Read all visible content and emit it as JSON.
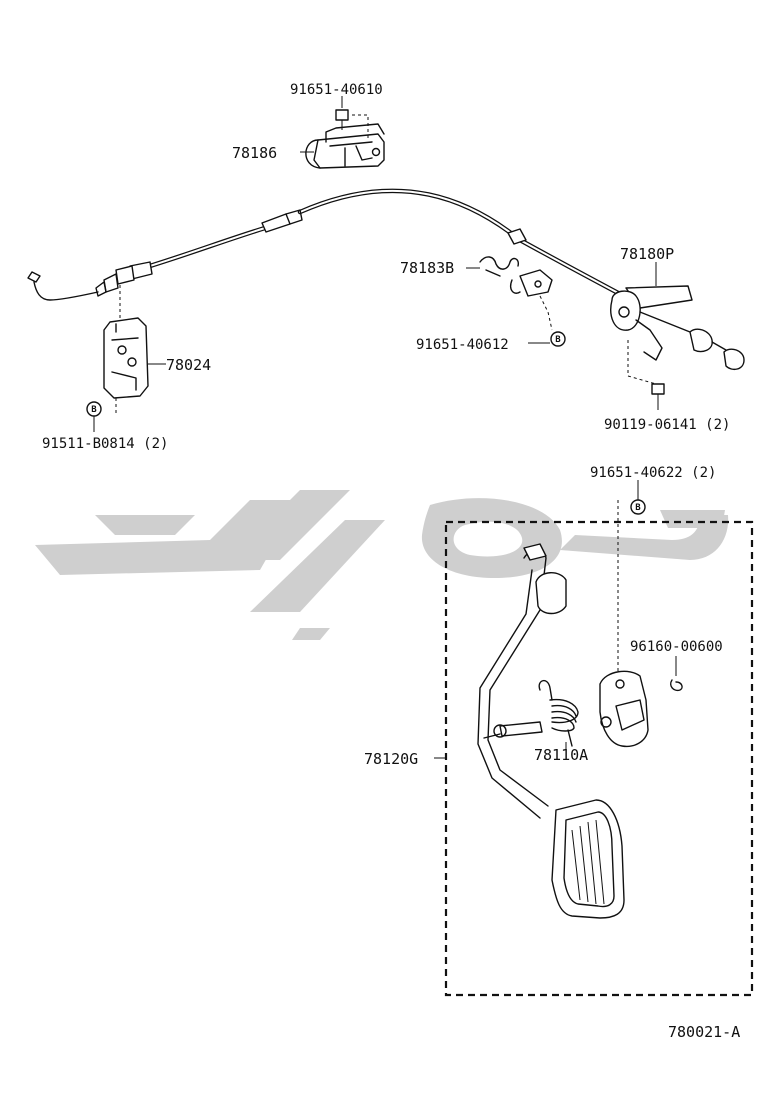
{
  "diagram": {
    "figure_id": "780021-A",
    "watermark_text": "ﭼﯽ ﭘﺎﺭﺕ",
    "marker_symbol": "B",
    "colors": {
      "ink": "#111111",
      "watermark": "#cfcfcf",
      "background": "#ffffff"
    },
    "labels": {
      "bolt_top": "91651-40610",
      "bracket_top": "78186",
      "bracket_left": "78024",
      "bolt_left": "91511-B0814 (2)",
      "clip": "78183B",
      "bolt_clip": "91651-40612",
      "cable_assy": "78180P",
      "bolt_right": "90119-06141 (2)",
      "bolt_pedal": "91651-40622 (2)",
      "pedal_assy": "78120G",
      "spring": "78110A",
      "clip_small": "96160-00600"
    }
  }
}
